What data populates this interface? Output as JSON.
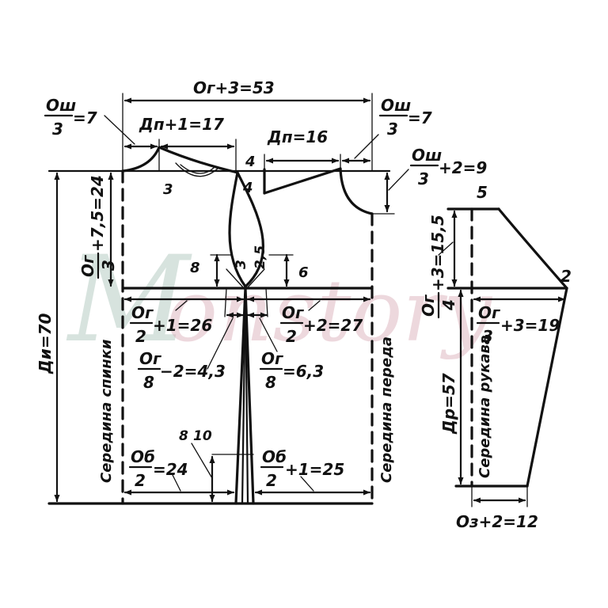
{
  "watermark": {
    "initial": "M",
    "rest": "onstory"
  },
  "bodice": {
    "width_label": "Ог+3=53",
    "neck_back_num": "Ош",
    "neck_back_den": "3",
    "neck_back_eq": "=7",
    "neck_front_num": "Ош",
    "neck_front_den": "3",
    "neck_front_eq": "=7",
    "shoulder_back_label": "Дп+1=17",
    "shoulder_front_label": "Дп=16",
    "neck_depth_num": "Ош",
    "neck_depth_den": "3",
    "neck_depth_eq": "+2=9",
    "armhole_num": "Ог",
    "armhole_den": "3",
    "armhole_eq": "+7,5=24",
    "length_label": "Ди=70",
    "back_width_num": "Ог",
    "back_width_den": "2",
    "back_width_eq": "+1=26",
    "front_width_num": "Ог",
    "front_width_den": "2",
    "front_width_eq": "+2=27",
    "side_back_num": "Ог",
    "side_back_den": "8",
    "side_back_eq": "−2=4,3",
    "side_front_num": "Ог",
    "side_front_den": "8",
    "side_front_eq": "=6,3",
    "hip_back_num": "Об",
    "hip_back_den": "2",
    "hip_back_eq": "=24",
    "hip_front_num": "Об",
    "hip_front_den": "2",
    "hip_front_eq": "+1=25",
    "n3a": "3",
    "n4a": "4",
    "n4b": "4",
    "n3b": "3",
    "n25": "2,5",
    "n8a": "8",
    "n6": "6",
    "n8b": "8",
    "n10": "10",
    "back_center": "Середина спинки",
    "front_center": "Середина переда"
  },
  "sleeve": {
    "cap_num": "Ог",
    "cap_den": "4",
    "cap_eq": "+3=15,5",
    "width_num": "Ог",
    "width_den": "3",
    "width_eq": "+3=19",
    "length_label": "Др=57",
    "center_label": "Середина рукава",
    "cuff_label": "Оз+2=12",
    "n5": "5",
    "n2": "2"
  }
}
